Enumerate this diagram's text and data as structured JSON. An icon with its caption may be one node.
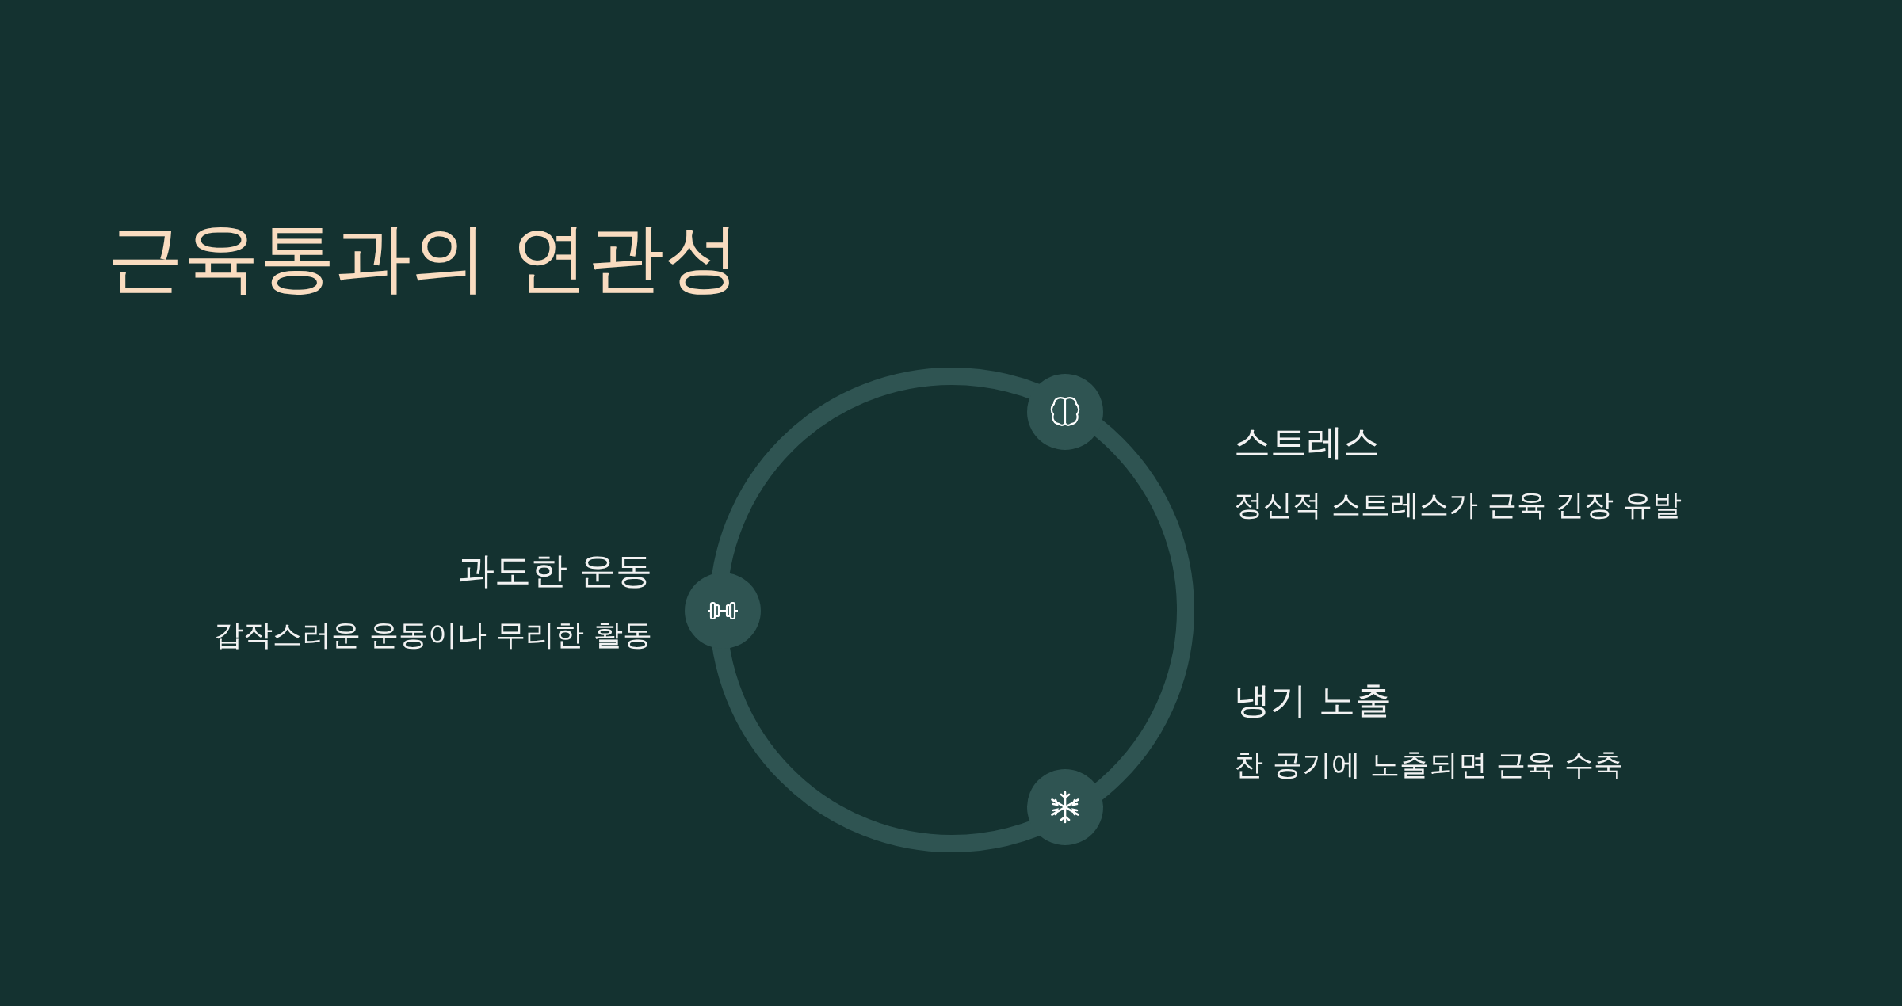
{
  "diagram": {
    "title": "근육통과의 연관성",
    "nodes": [
      {
        "text": [],
        "shape": "circle",
        "beside": [
          "스트레스",
          "정신적 스트레스가 근육 긴장 유발"
        ]
      },
      {
        "text": [],
        "shape": "circle",
        "beside": [
          "과도한 운동",
          "갑작스러운 운동이나 무리한 활동"
        ]
      },
      {
        "text": [],
        "shape": "circle",
        "beside": [
          "냉기 노출",
          "찬 공기에 노출되면 근육 수축"
        ]
      }
    ]
  }
}
